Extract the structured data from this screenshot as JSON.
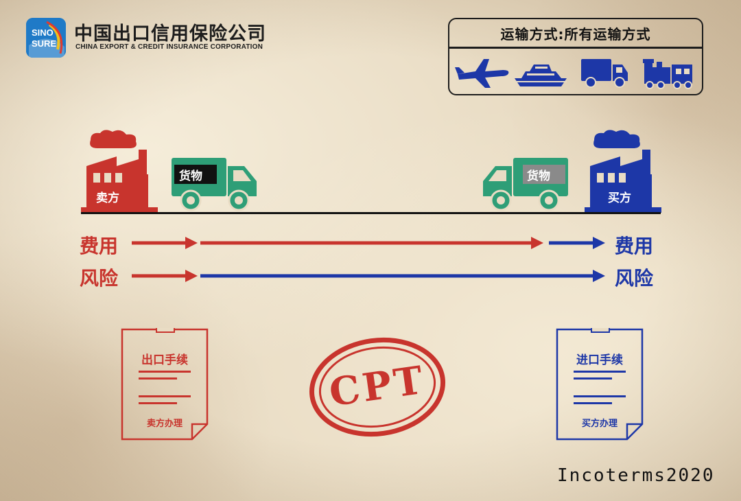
{
  "logo": {
    "badge_line1": "SINO",
    "badge_line2": "SURE",
    "company_cn": "中国出口信用保险公司",
    "company_en": "CHINA EXPORT & CREDIT INSURANCE CORPORATION"
  },
  "transport": {
    "title": "运输方式:所有运输方式",
    "icons": [
      "airplane-icon",
      "ship-icon",
      "truck-icon",
      "train-icon"
    ]
  },
  "parties": {
    "seller": "卖方",
    "buyer": "买方"
  },
  "goods": {
    "left_label": "货物",
    "right_label": "货物"
  },
  "flows": {
    "cost_left": "费用",
    "cost_right": "费用",
    "risk_left": "风险",
    "risk_right": "风险"
  },
  "documents": {
    "export": {
      "title": "出口手续",
      "handler": "卖方办理"
    },
    "import": {
      "title": "进口手续",
      "handler": "买方办理"
    }
  },
  "stamp": {
    "text": "CPT"
  },
  "footer": {
    "incoterms": "Incoterms2020"
  },
  "colors": {
    "seller_red": "#c8342d",
    "buyer_blue": "#1d37a7",
    "truck_green": "#2e9e77",
    "paper_bg": "#e9dcc4"
  }
}
